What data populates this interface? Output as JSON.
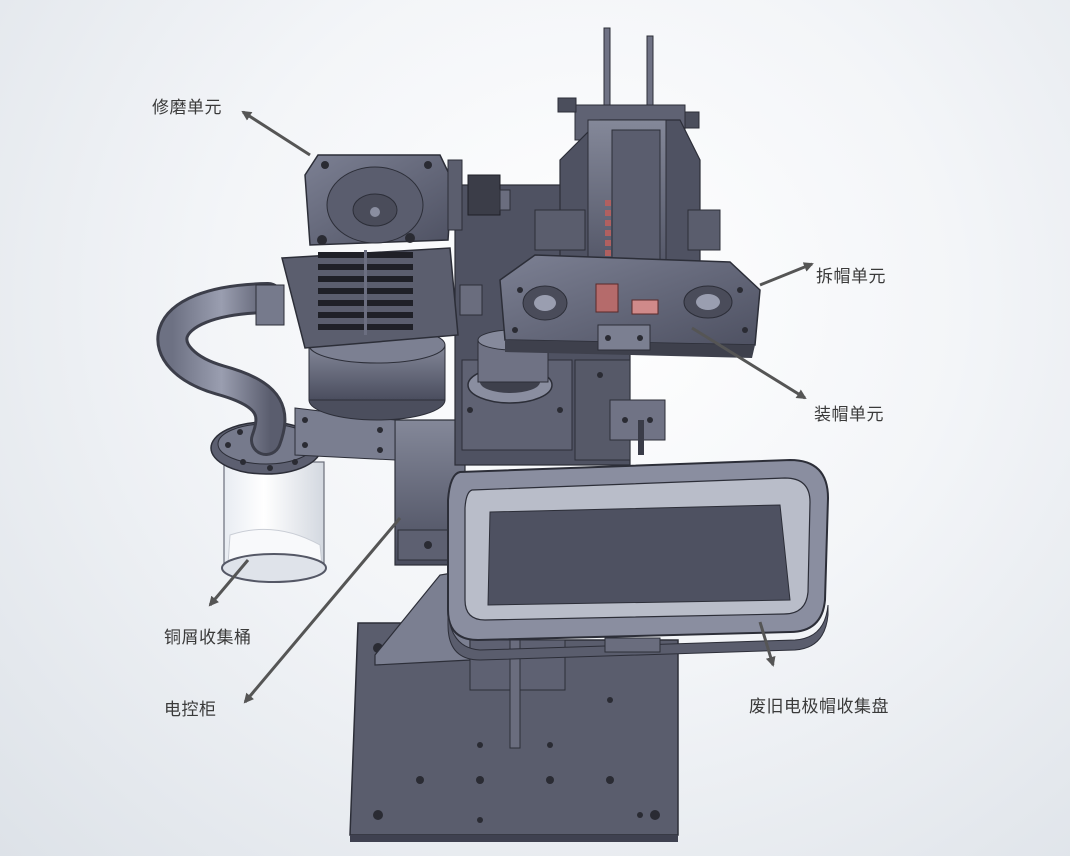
{
  "labels": {
    "grinding_unit": "修磨单元",
    "cap_removal_unit": "拆帽单元",
    "cap_install_unit": "装帽单元",
    "copper_chip_bucket": "铜屑收集桶",
    "control_cabinet": "电控柜",
    "waste_cap_tray": "废旧电极帽收集盘"
  },
  "colors": {
    "steel_dark": "#4a4c5c",
    "steel_mid": "#6b6e80",
    "steel_light": "#8f93a6",
    "steel_edge": "#2c2e38",
    "arrow": "#555555",
    "label_text": "#3a3a3a"
  }
}
